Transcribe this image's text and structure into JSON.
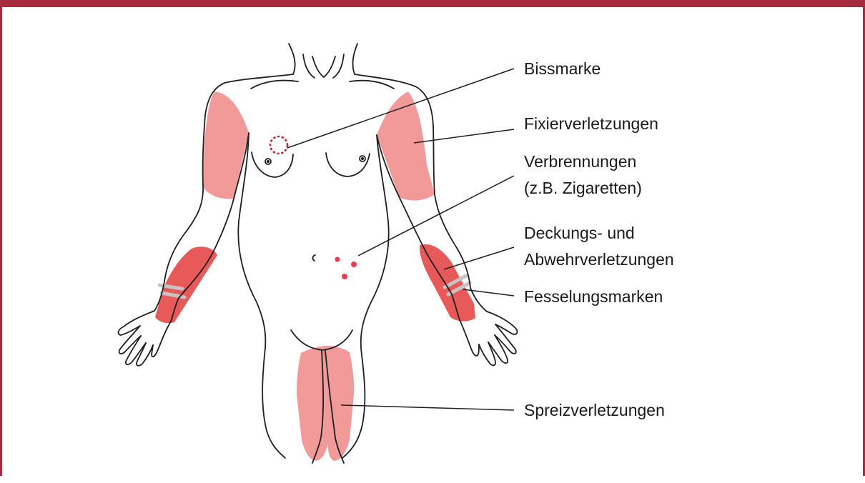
{
  "colors": {
    "frame": "#a62b3f",
    "injury_light": "#f19a99",
    "injury_dark": "#e85959",
    "burn": "#e63f4d",
    "bite": "#c12a36",
    "bindings": "#c9c2c2"
  },
  "labels": {
    "bite_mark": "Bissmarke",
    "fixation": "Fixierverletzungen",
    "burns_line1": "Verbrennungen",
    "burns_line2": "(z.B. Zigaretten)",
    "defense_line1": "Deckungs- und",
    "defense_line2": "Abwehrverletzungen",
    "binding_marks": "Fesselungsmarken",
    "spreading": "Spreizverletzungen"
  }
}
